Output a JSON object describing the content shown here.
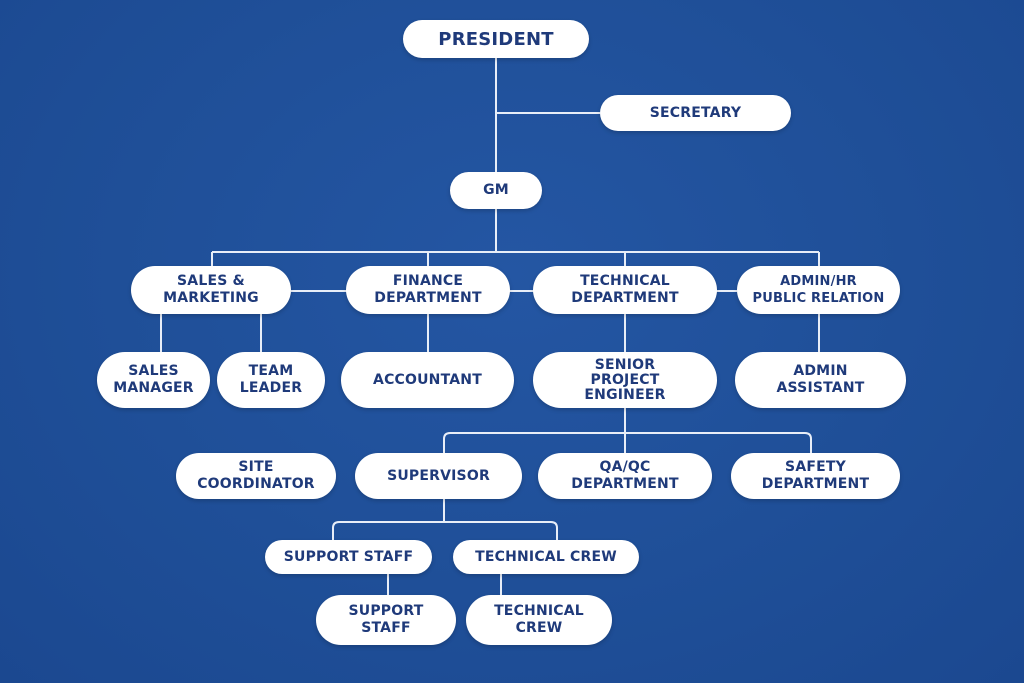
{
  "title": "Organization Chart",
  "colors": {
    "background": "#1f4f98",
    "node_fill": "#ffffff",
    "node_text": "#1f3a7a",
    "connector": "#e8eef8"
  },
  "nodes": {
    "president": "PRESIDENT",
    "secretary": "SECRETARY",
    "gm": "GM",
    "sales_marketing": "SALES &\nMARKETING",
    "finance": "FINANCE\nDEPARTMENT",
    "technical": "TECHNICAL\nDEPARTMENT",
    "admin_hr": "ADMIN/HR\nPUBLIC RELATION",
    "sales_manager": "SALES\nMANAGER",
    "team_leader": "TEAM\nLEADER",
    "accountant": "ACCOUNTANT",
    "senior_project_engineer": "SENIOR\nPROJECT\nENGINEER",
    "admin_assistant": "ADMIN\nASSISTANT",
    "site_coordinator": "SITE\nCOORDINATOR",
    "supervisor": "SUPERVISOR",
    "qa_qc": "QA/QC\nDEPARTMENT",
    "safety": "SAFETY\nDEPARTMENT",
    "support_staff_1": "SUPPORT STAFF",
    "technical_crew_1": "TECHNICAL CREW",
    "support_staff_2": "SUPPORT\nSTAFF",
    "technical_crew_2": "TECHNICAL\nCREW"
  }
}
